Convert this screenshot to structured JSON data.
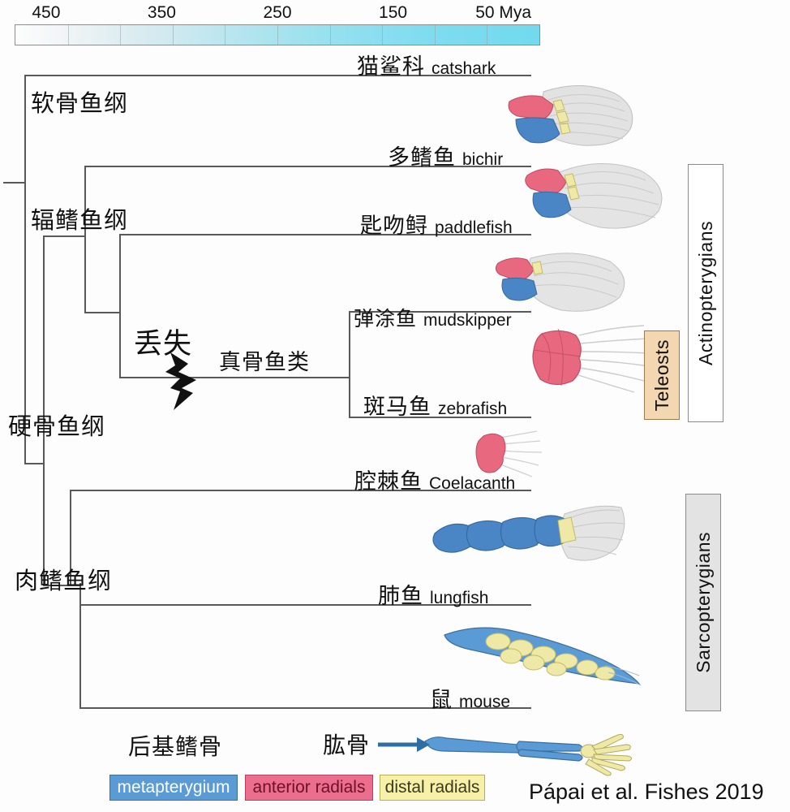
{
  "figure": {
    "citation": "Pápai et al. Fishes 2019",
    "type": "phylogenetic-tree"
  },
  "timescale": {
    "unit_label": "50 Mya",
    "ticks": [
      {
        "label": "450",
        "pos_pct": 6
      },
      {
        "label": "350",
        "pos_pct": 28
      },
      {
        "label": "250",
        "pos_pct": 50
      },
      {
        "label": "150",
        "pos_pct": 72
      },
      {
        "label": "50 Mya",
        "pos_pct": 93
      }
    ],
    "segment_positions_pct": [
      10,
      20,
      30,
      40,
      50,
      60,
      70,
      80,
      90
    ],
    "gradient_start": "#fdfdfd",
    "gradient_end": "#72d9ee"
  },
  "clades": [
    {
      "id": "chondrichthyes",
      "label": "软骨鱼纲"
    },
    {
      "id": "actinopterygii",
      "label": "辐鳍鱼纲"
    },
    {
      "id": "osteichthyes",
      "label": "硬骨鱼纲"
    },
    {
      "id": "sarcopterygii",
      "label": "肉鳍鱼纲"
    }
  ],
  "node_labels": [
    {
      "id": "teleosts-cn",
      "label": "真骨鱼类"
    },
    {
      "id": "loss",
      "label": "丢失"
    }
  ],
  "taxa": [
    {
      "id": "catshark",
      "cn": "猫鲨科",
      "en": "catshark"
    },
    {
      "id": "bichir",
      "cn": "多鳍鱼",
      "en": "bichir"
    },
    {
      "id": "paddlefish",
      "cn": "匙吻鲟",
      "en": "paddlefish"
    },
    {
      "id": "mudskipper",
      "cn": "弹涂鱼",
      "en": "mudskipper"
    },
    {
      "id": "zebrafish",
      "cn": "斑马鱼",
      "en": "zebrafish"
    },
    {
      "id": "coelacanth",
      "cn": "腔棘鱼",
      "en": "Coelacanth"
    },
    {
      "id": "lungfish",
      "cn": "肺鱼",
      "en": "lungfish"
    },
    {
      "id": "mouse",
      "cn": "鼠",
      "en": "mouse"
    }
  ],
  "group_boxes": [
    {
      "id": "teleosts",
      "label": "Teleosts",
      "fill": "#f2d7b0",
      "border": "#9a7a4f"
    },
    {
      "id": "actinopterygians",
      "label": "Actinopterygians",
      "fill": "#ffffff",
      "border": "#8a8a8a"
    },
    {
      "id": "sarcopterygians",
      "label": "Sarcopterygians",
      "fill": "#e3e3e3",
      "border": "#8a8a8a"
    }
  ],
  "annotations": {
    "metapterygium_cn": "后基鳍骨",
    "humerus_cn": "肱骨",
    "arrow_color": "#2f6ea5"
  },
  "legend": [
    {
      "id": "metapterygium",
      "label": "metapterygium",
      "fill": "#5b9bd5",
      "text": "#ffffff",
      "border": "#3a6f9e"
    },
    {
      "id": "anterior-radials",
      "label": "anterior radials",
      "fill": "#ec6e8e",
      "text": "#6d1028",
      "border": "#b8405e"
    },
    {
      "id": "distal-radials",
      "label": "distal radials",
      "fill": "#f7f0a8",
      "text": "#3a3a20",
      "border": "#b8ae55"
    }
  ],
  "palette": {
    "metapterygium_blue": "#5b9bd5",
    "anterior_radial_pink": "#ec6e8e",
    "distal_radial_yellow": "#f2ecae",
    "fin_ray_gray": "#dedede",
    "line_gray": "#58595b"
  }
}
